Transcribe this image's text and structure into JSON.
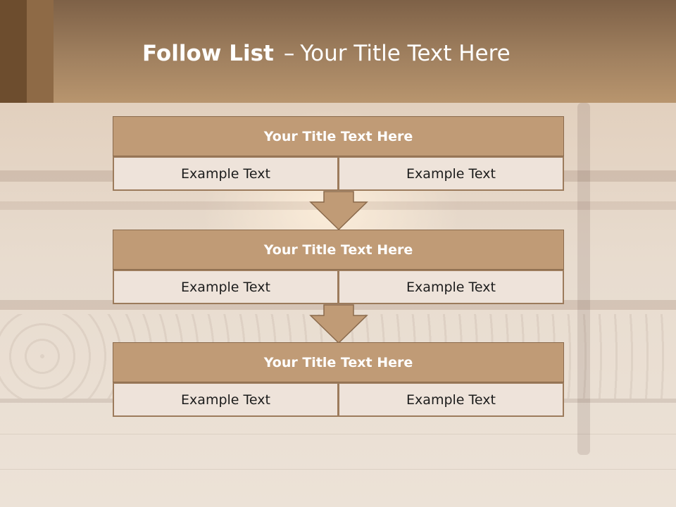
{
  "slide": {
    "title_bold": "Follow List",
    "title_dash": "–",
    "title_rest": "Your Title Text Here"
  },
  "steps": [
    {
      "title": "Your Title Text Here",
      "left_text": "Example Text",
      "right_text": "Example Text"
    },
    {
      "title": "Your Title Text Here",
      "left_text": "Example Text",
      "right_text": "Example Text"
    },
    {
      "title": "Your Title Text Here",
      "left_text": "Example Text",
      "right_text": "Example Text"
    }
  ],
  "colors": {
    "header": "#a0805f",
    "step_title_fill": "#c09b76",
    "cell_fill": "#eee3da",
    "border": "#9c7b5c",
    "arrow_fill": "#c09b76"
  }
}
